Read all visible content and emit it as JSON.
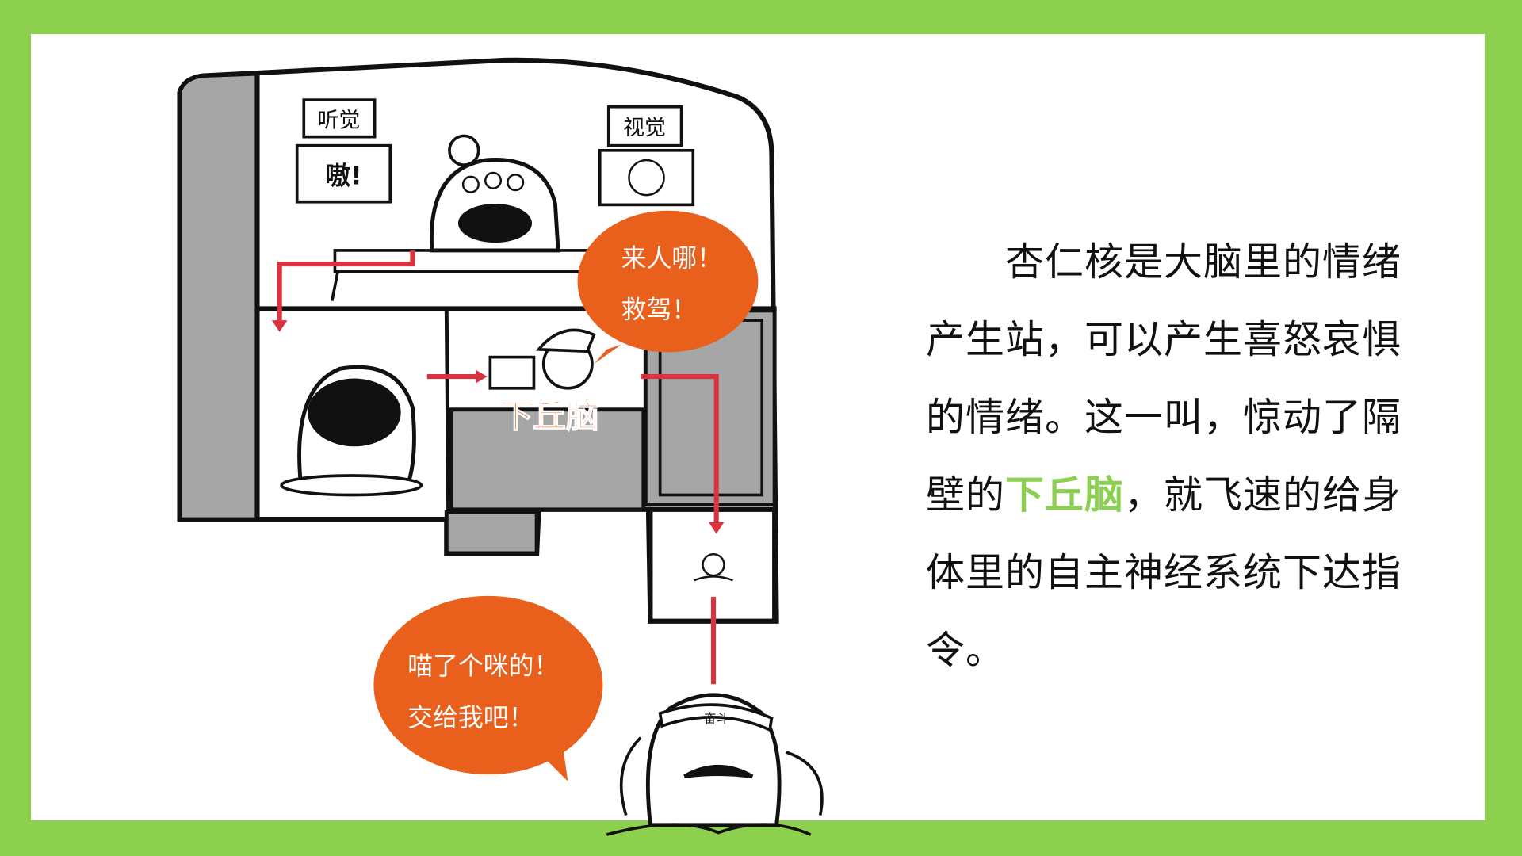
{
  "colors": {
    "border": "#8dd04e",
    "highlight": "#8ccf52",
    "bubble": "#e8601c",
    "arrow": "#d9333f",
    "wall": "#a6a6a6"
  },
  "illustration": {
    "sign_hearing": "听觉",
    "sign_vision": "视觉",
    "sound_text": "嗷!",
    "bubble_top": [
      "来人哪！",
      "救驾！"
    ],
    "hypothalamus_label": "下丘脑",
    "bubble_bottom": [
      "喵了个咪的！",
      "交给我吧！"
    ],
    "headband_text": "奋斗"
  },
  "paragraph": {
    "lines": [
      "杏仁核是大脑里的情绪",
      "产生站，可以产生喜怒哀惧",
      "的情绪。这一叫，惊动了隔"
    ],
    "line4_before": "壁的",
    "line4_highlight": "下丘脑",
    "line4_after": "，就飞速的给身",
    "line5": "体里的自主神经系统下达指",
    "line6": "令。"
  }
}
